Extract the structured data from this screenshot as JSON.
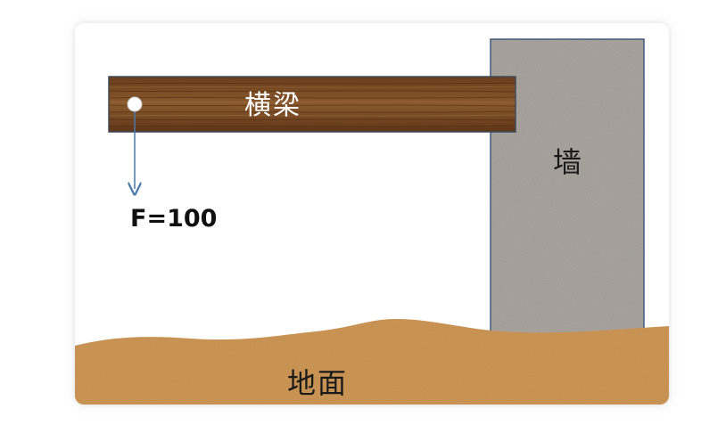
{
  "diagram": {
    "beam_label": "横梁",
    "wall_label": "墙",
    "ground_label": "地面",
    "force_label": "F=100"
  },
  "colors": {
    "beam_wood": "#7a4a24",
    "wall_stone": "#a8a39d",
    "wall_border": "#3e5a7c",
    "ground_sand": "#c98f4e",
    "force_arrow": "#4a78a8"
  }
}
